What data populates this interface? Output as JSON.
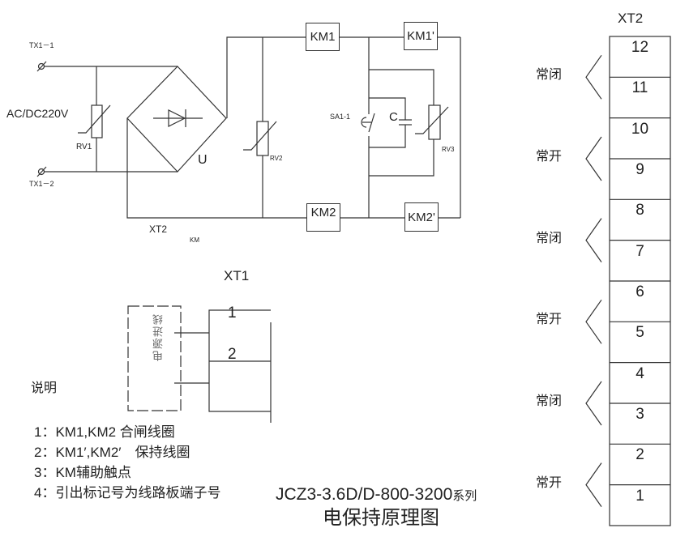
{
  "circuit": {
    "tx1_1": "TX1－1",
    "tx1_2": "TX1－2",
    "supply": "AC/DC220V",
    "rv1": "RV1",
    "rv2": "RV2",
    "rv3": "RV3",
    "bridge": "U",
    "xt2": "XT2",
    "km": "KM",
    "km1": "KM1",
    "km1p": "KM1'",
    "km2": "KM2",
    "km2p": "KM2'",
    "sa1": "SA1-1",
    "cap": "C"
  },
  "xt1": {
    "title": "XT1",
    "terminals": [
      "1",
      "2"
    ],
    "source_label": "电源进线"
  },
  "xt2": {
    "title": "XT2",
    "terminals": [
      "12",
      "11",
      "10",
      "9",
      "8",
      "7",
      "6",
      "5",
      "4",
      "3",
      "2",
      "1"
    ],
    "groups": [
      "常闭",
      "常开",
      "常闭",
      "常开",
      "常闭",
      "常开"
    ]
  },
  "notes": {
    "heading": "说明",
    "items": [
      "1：KM1,KM2 合闸线圈",
      "2：KM1′,KM2′　保持线圈",
      "3：KM辅助触点",
      "4：引出标记号为线路板端子号"
    ]
  },
  "title": {
    "line1": "JCZ3-3.6D/D-800-3200",
    "line1_suffix": "系列",
    "line2": "电保持原理图"
  }
}
